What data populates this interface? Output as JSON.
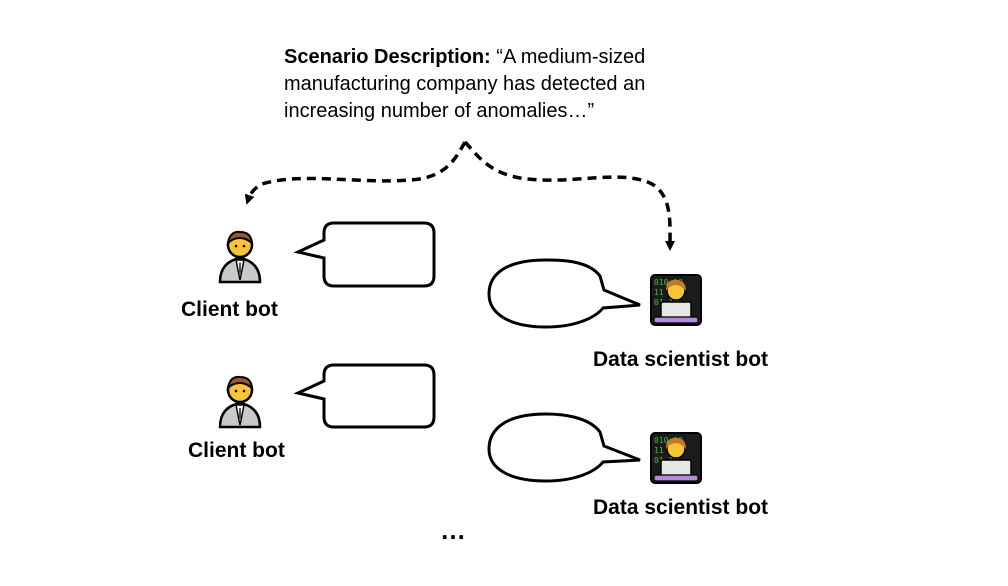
{
  "scenario": {
    "label": "Scenario Description:",
    "text": "“A medium-sized manufacturing company has detected an increasing number of anomalies…”"
  },
  "bots": {
    "client_label": "Client bot",
    "scientist_label": "Data scientist bot"
  },
  "ellipsis": "…",
  "icons": {
    "client": "businessman-icon",
    "scientist": "scientist-at-laptop-icon"
  },
  "colors": {
    "skin": "#f7c436",
    "hair": "#a0591c",
    "suit": "#c9c9c9",
    "screen_bg": "#1b1b1b",
    "code_green": "#3fbf3f",
    "laptop": "#e6e6e6",
    "laptop_base": "#b48adf"
  }
}
